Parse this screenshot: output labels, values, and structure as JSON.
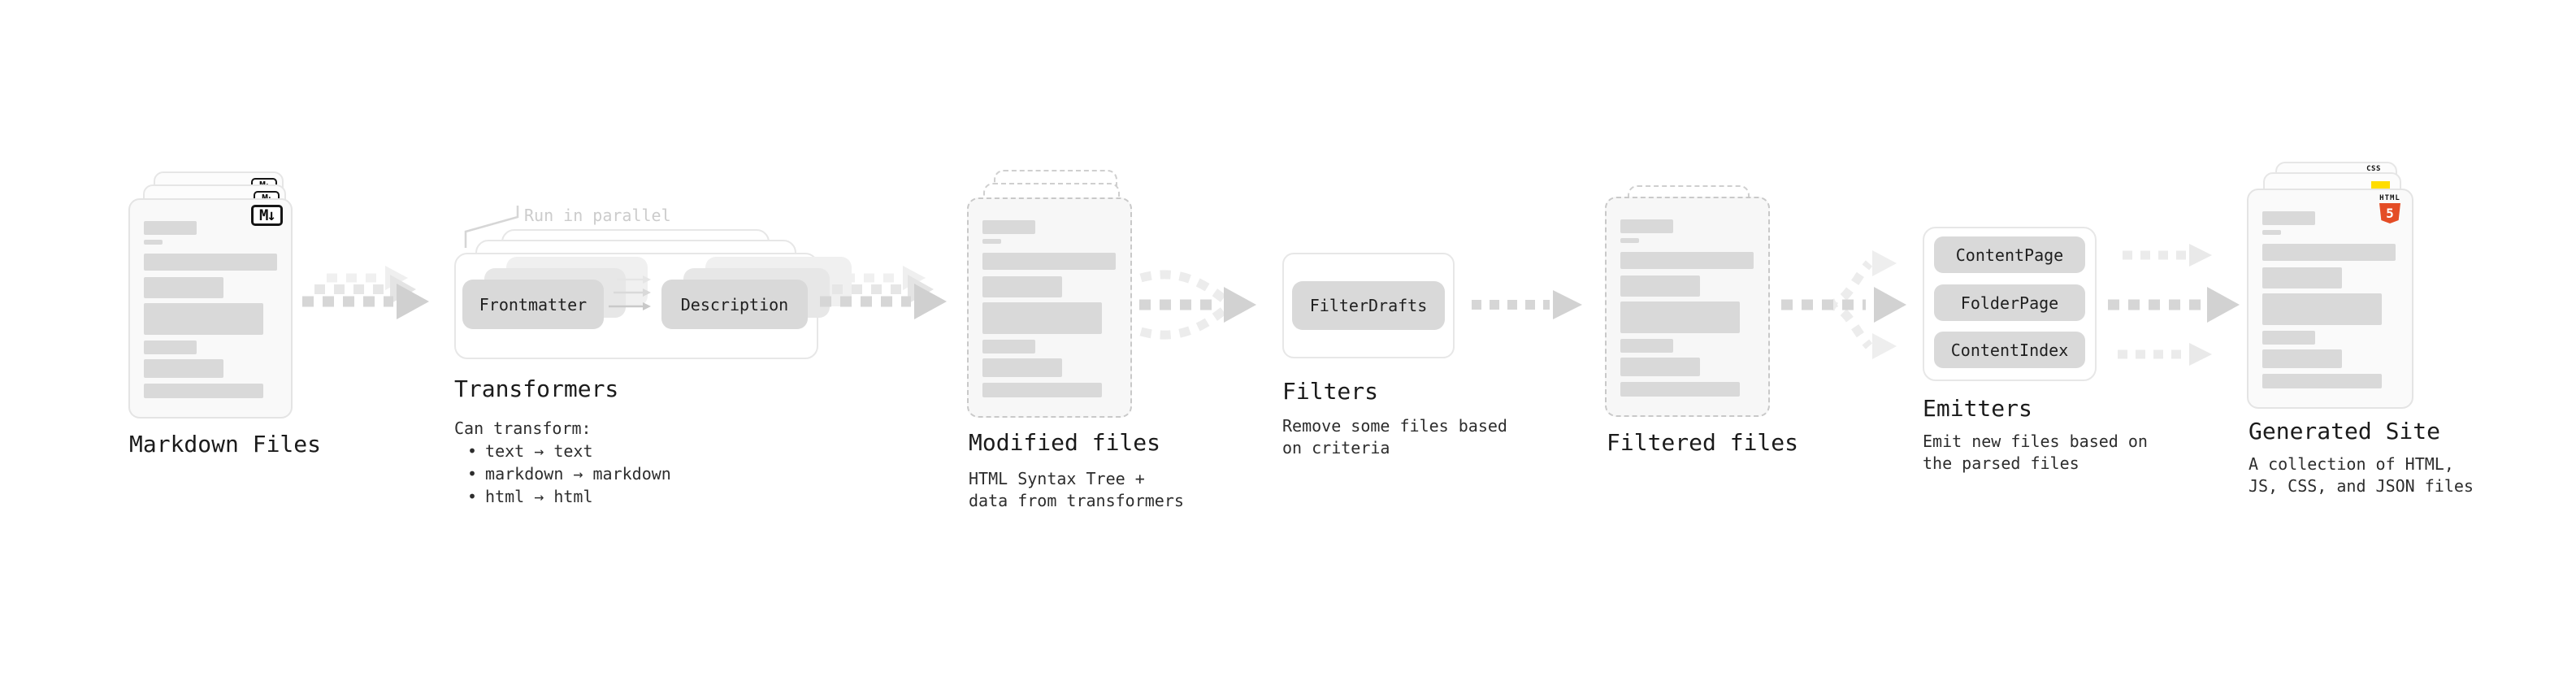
{
  "stages": {
    "markdown": {
      "label": "Markdown Files"
    },
    "transformers": {
      "label": "Transformers",
      "callout": "Run in parallel",
      "pill_left": "Frontmatter",
      "pill_right": "Description",
      "body_title": "Can transform:",
      "bullet_char": "•",
      "bullets": [
        "text → text",
        "markdown → markdown",
        "html → html"
      ]
    },
    "modified": {
      "label": "Modified files",
      "body": [
        "HTML Syntax Tree +",
        "data from transformers"
      ]
    },
    "filters": {
      "label": "Filters",
      "pill": "FilterDrafts",
      "body": [
        "Remove some files based",
        "on criteria"
      ]
    },
    "filtered": {
      "label": "Filtered files"
    },
    "emitters": {
      "label": "Emitters",
      "pills": [
        "ContentPage",
        "FolderPage",
        "ContentIndex"
      ],
      "body": [
        "Emit new files based on",
        "the parsed files"
      ]
    },
    "generated": {
      "label": "Generated Site",
      "body": [
        "A collection of HTML,",
        "JS, CSS, and JSON files"
      ]
    }
  },
  "icons": {
    "markdown_badge": "M↓",
    "html5_label": "HTML",
    "html5_number": "5",
    "css_label": "CSS"
  },
  "colors": {
    "background": "#ffffff",
    "card_fill": "#f9f9f9",
    "card_border": "#e4e4e4",
    "dashed_border": "#c9c9c9",
    "skeleton_bar": "#d9d9d9",
    "pill_fill": "#d9d9d9",
    "pill_text": "#1f1f1f",
    "ghost_pill": "#e7e7e7",
    "box_outline": "#e7e7e7",
    "arrow": "#d2d2d2",
    "arrow_faint": "#ebebeb",
    "callout_text": "#cccccc",
    "title_text": "#1b1b1b",
    "body_text": "#2d2d2d",
    "html5_orange": "#e44d26",
    "js_yellow": "#ffdd00",
    "css_blue": "#2d5be3"
  },
  "file_skeleton": {
    "bars": [
      {
        "w": 65,
        "h": 17,
        "gap": 6
      },
      {
        "w": 23,
        "h": 6,
        "gap": 11
      },
      {
        "w": 164,
        "h": 21,
        "gap": 8
      },
      {
        "w": 98,
        "h": 26,
        "gap": 6
      },
      {
        "w": 147,
        "h": 39,
        "gap": 7
      },
      {
        "w": 65,
        "h": 17,
        "gap": 6
      },
      {
        "w": 98,
        "h": 23,
        "gap": 7
      },
      {
        "w": 147,
        "h": 18,
        "gap": 0
      }
    ]
  }
}
